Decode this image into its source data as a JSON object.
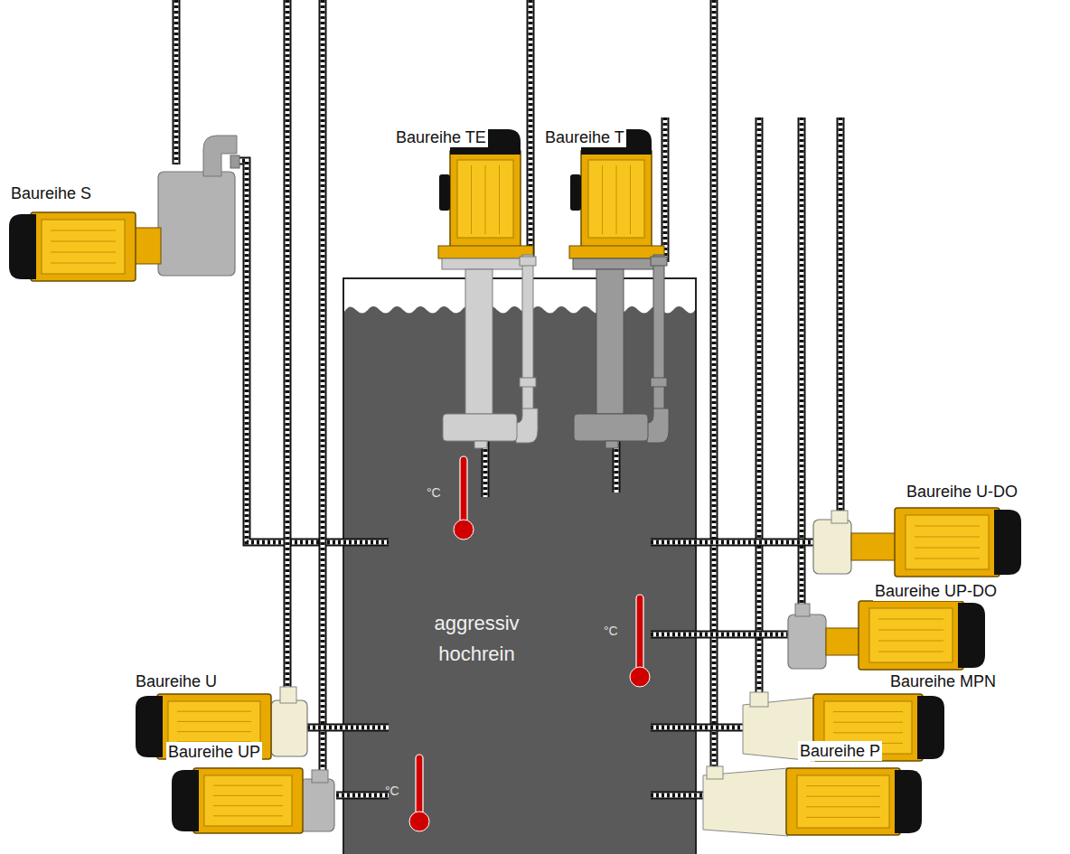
{
  "diagram": {
    "nodes": [
      {
        "text": [
          "aggressiv hochrein"
        ]
      }
    ],
    "labels": [
      "Baureihe S",
      "Baureihe TE",
      "Baureihe T",
      "Baureihe U-DO",
      "Baureihe UP-DO",
      "Baureihe U",
      "Baureihe MPN",
      "Baureihe UP",
      "Baureihe P",
      "°C",
      "°C",
      "°C"
    ]
  }
}
